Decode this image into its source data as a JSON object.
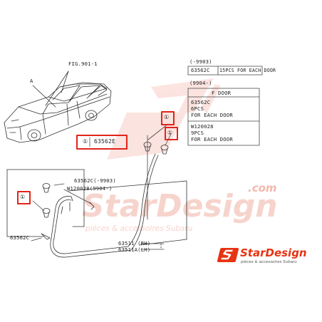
{
  "diagram": {
    "fig_ref": "FIG.901-1",
    "car_label_a": "A",
    "callout_symbol": "①",
    "highlighted_part": "63562E",
    "upper_legend": {
      "period_a": "(-9903)",
      "row_a_part": "63562C",
      "row_a_qty": "15PCS FOR EACH DOOR",
      "period_b": "(9904-)",
      "door_header": "F DOOR",
      "row_b1_part": "63562C",
      "row_b1_qty_line1": "6PCS",
      "row_b1_qty_line2": "FOR EACH DOOR",
      "row_b2_part": "W120028",
      "row_b2_qty_line1": "9PCS",
      "row_b2_qty_line2": "FOR EACH DOOR"
    },
    "lower_labels": {
      "clip_a": "63562C(-9903)",
      "clip_b": "W120028(9904-)",
      "clip_left": "63562C",
      "weatherstrip_rh": "63511 (RH)",
      "weatherstrip_lh": "63511A(LH)"
    }
  },
  "watermark": {
    "dotcom": ".com",
    "brand_main": "StarDesign",
    "tagline": "pièces & accessoires Subaru",
    "logo_brand": "StarDesign",
    "logo_tagline": "pièces & accessoires Subaru",
    "colors": {
      "red": "#e63312",
      "dark": "#2b2b2b"
    }
  }
}
